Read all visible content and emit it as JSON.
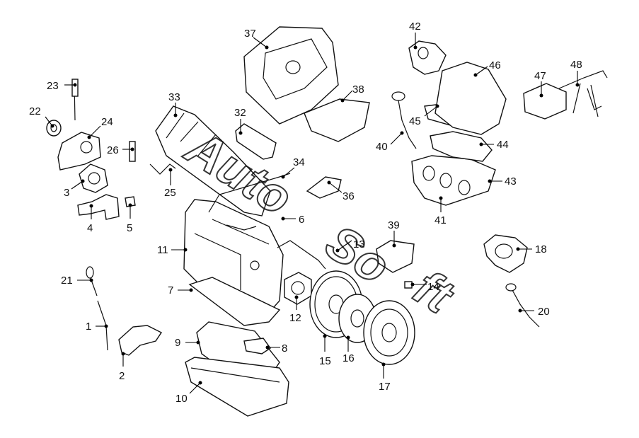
{
  "diagram": {
    "watermark": [
      "Auto",
      "So",
      "ft"
    ],
    "callouts": [
      "1",
      "2",
      "3",
      "4",
      "5",
      "6",
      "7",
      "8",
      "9",
      "10",
      "11",
      "12",
      "13",
      "14",
      "15",
      "16",
      "17",
      "18",
      "20",
      "21",
      "22",
      "23",
      "24",
      "25",
      "26",
      "32",
      "33",
      "34",
      "36",
      "37",
      "38",
      "39",
      "40",
      "41",
      "42",
      "43",
      "44",
      "45",
      "46",
      "47",
      "48"
    ]
  }
}
